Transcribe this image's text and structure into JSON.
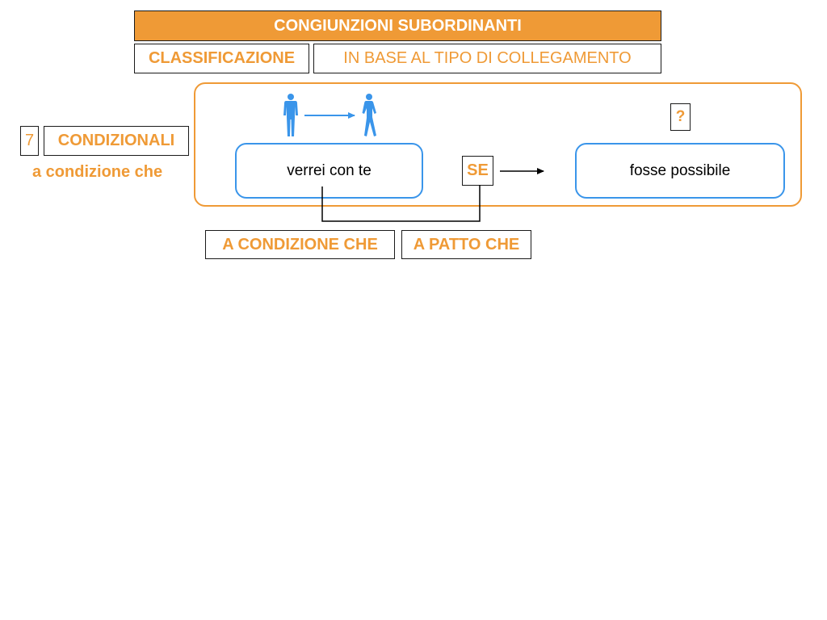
{
  "header": {
    "title": "CONGIUNZIONI SUBORDINANTI",
    "classification_label": "CLASSIFICAZIONE",
    "classification_subtitle": "IN BASE AL TIPO DI COLLEGAMENTO"
  },
  "category": {
    "number": "7",
    "name": "CONDIZIONALI",
    "subtitle": "a condizione che"
  },
  "example": {
    "main_clause": "verrei con te",
    "conjunction": "SE",
    "subordinate_clause": "fosse possibile",
    "question_mark": "?",
    "alternatives": [
      "A CONDIZIONE CHE",
      "A PATTO CHE"
    ]
  },
  "icons": {
    "person_standing": "person-standing-icon",
    "person_walking": "person-walking-icon"
  },
  "colors": {
    "accent_orange": "#ef9a36",
    "accent_blue": "#3a95ea"
  }
}
